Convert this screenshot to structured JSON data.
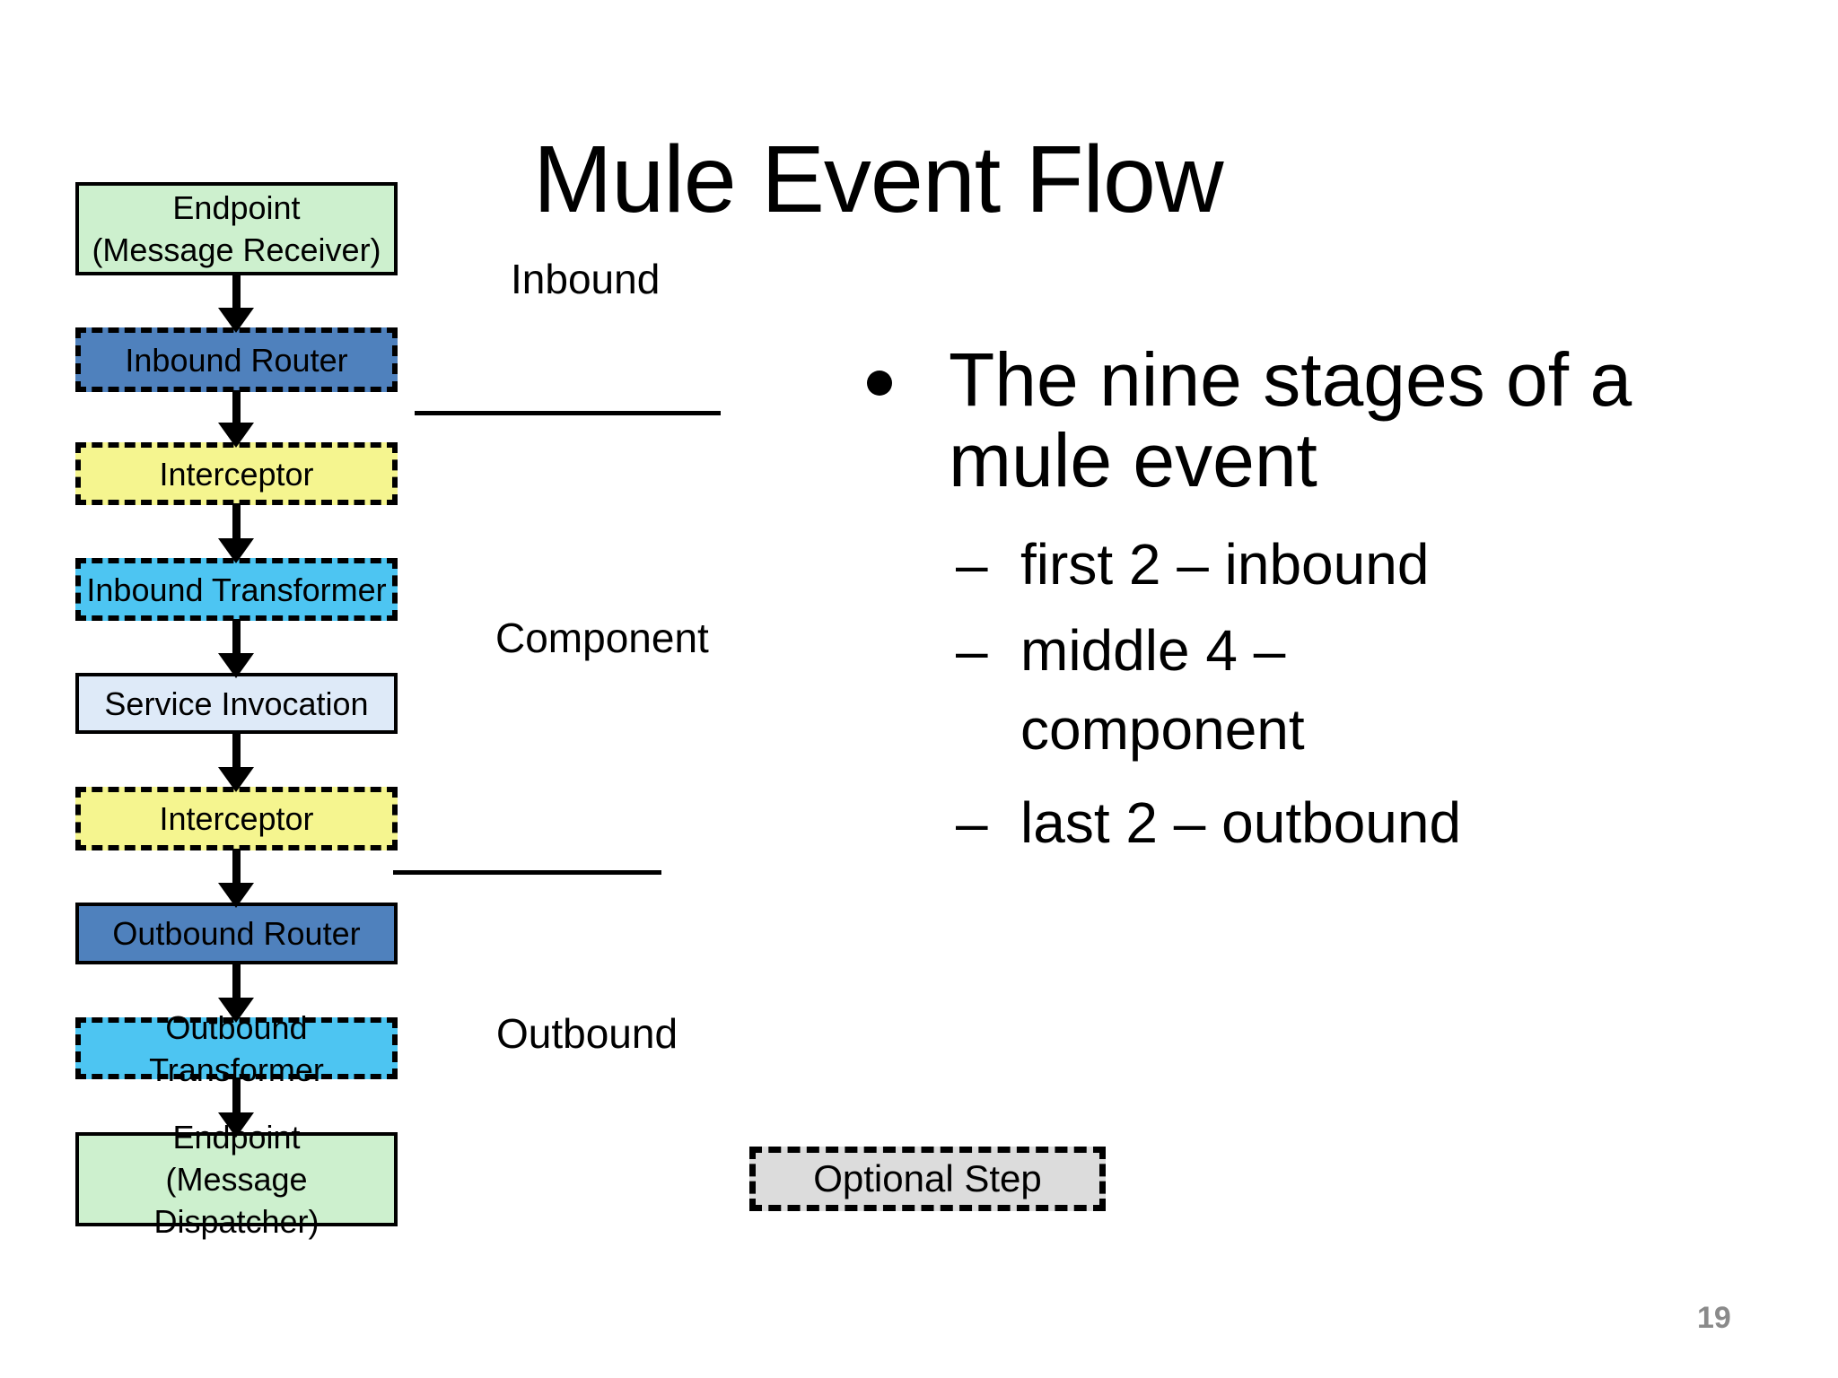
{
  "slide": {
    "title": "Mule Event Flow",
    "page_number": "19"
  },
  "bullets": {
    "glyph": "•",
    "main_lines": [
      "The nine stages of a",
      "mule event"
    ],
    "sub_items": [
      {
        "dash": "–",
        "lines": [
          "first 2 – inbound"
        ]
      },
      {
        "dash": "–",
        "lines": [
          "middle 4 –",
          "component"
        ]
      },
      {
        "dash": "–",
        "lines": [
          "last 2 – outbound"
        ]
      }
    ]
  },
  "flowchart": {
    "section_labels": {
      "inbound": "Inbound",
      "component": "Component",
      "outbound": "Outbound"
    },
    "nodes": [
      {
        "label": "Endpoint\n(Message Receiver)"
      },
      {
        "label": "Inbound Router"
      },
      {
        "label": "Interceptor"
      },
      {
        "label": "Inbound Transformer"
      },
      {
        "label": "Service Invocation"
      },
      {
        "label": "Interceptor"
      },
      {
        "label": "Outbound Router"
      },
      {
        "label": "Outbound Transformer"
      },
      {
        "label": "Endpoint\n(Message Dispatcher)"
      }
    ],
    "legend": {
      "label": "Optional Step"
    }
  },
  "colors": {
    "endpoint_green": "#CDF0CE",
    "router_blue": "#4F81BD",
    "interceptor_yellow": "#F5F58F",
    "transformer_cyan": "#4DC5F2",
    "service_light_blue": "#DEEAF8",
    "optional_gray": "#DCDCDC",
    "page_number_gray": "#8A8A8A"
  }
}
